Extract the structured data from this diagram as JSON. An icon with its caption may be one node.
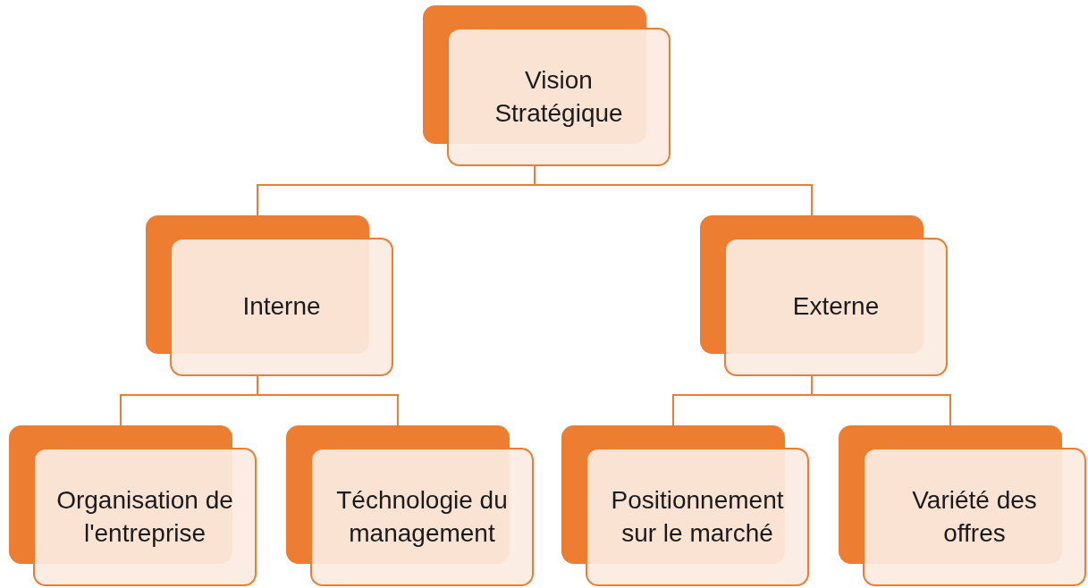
{
  "diagram": {
    "nodes": [
      {
        "text": [
          "Vision Stratégique"
        ]
      },
      {
        "text": [
          "Interne"
        ]
      },
      {
        "text": [
          "Externe"
        ]
      },
      {
        "text": [
          "Organisation de l'entreprise"
        ]
      },
      {
        "text": [
          "Téchnologie du management"
        ]
      },
      {
        "text": [
          "Positionnement sur le marché"
        ]
      },
      {
        "text": [
          "Variété des offres"
        ]
      }
    ],
    "edges": [
      {
        "from": 0,
        "to": 1,
        "arrow": "none"
      },
      {
        "from": 0,
        "to": 2,
        "arrow": "none"
      },
      {
        "from": 1,
        "to": 3,
        "arrow": "none"
      },
      {
        "from": 1,
        "to": 4,
        "arrow": "none"
      },
      {
        "from": 2,
        "to": 5,
        "arrow": "none"
      },
      {
        "from": 2,
        "to": 6,
        "arrow": "none"
      }
    ]
  }
}
